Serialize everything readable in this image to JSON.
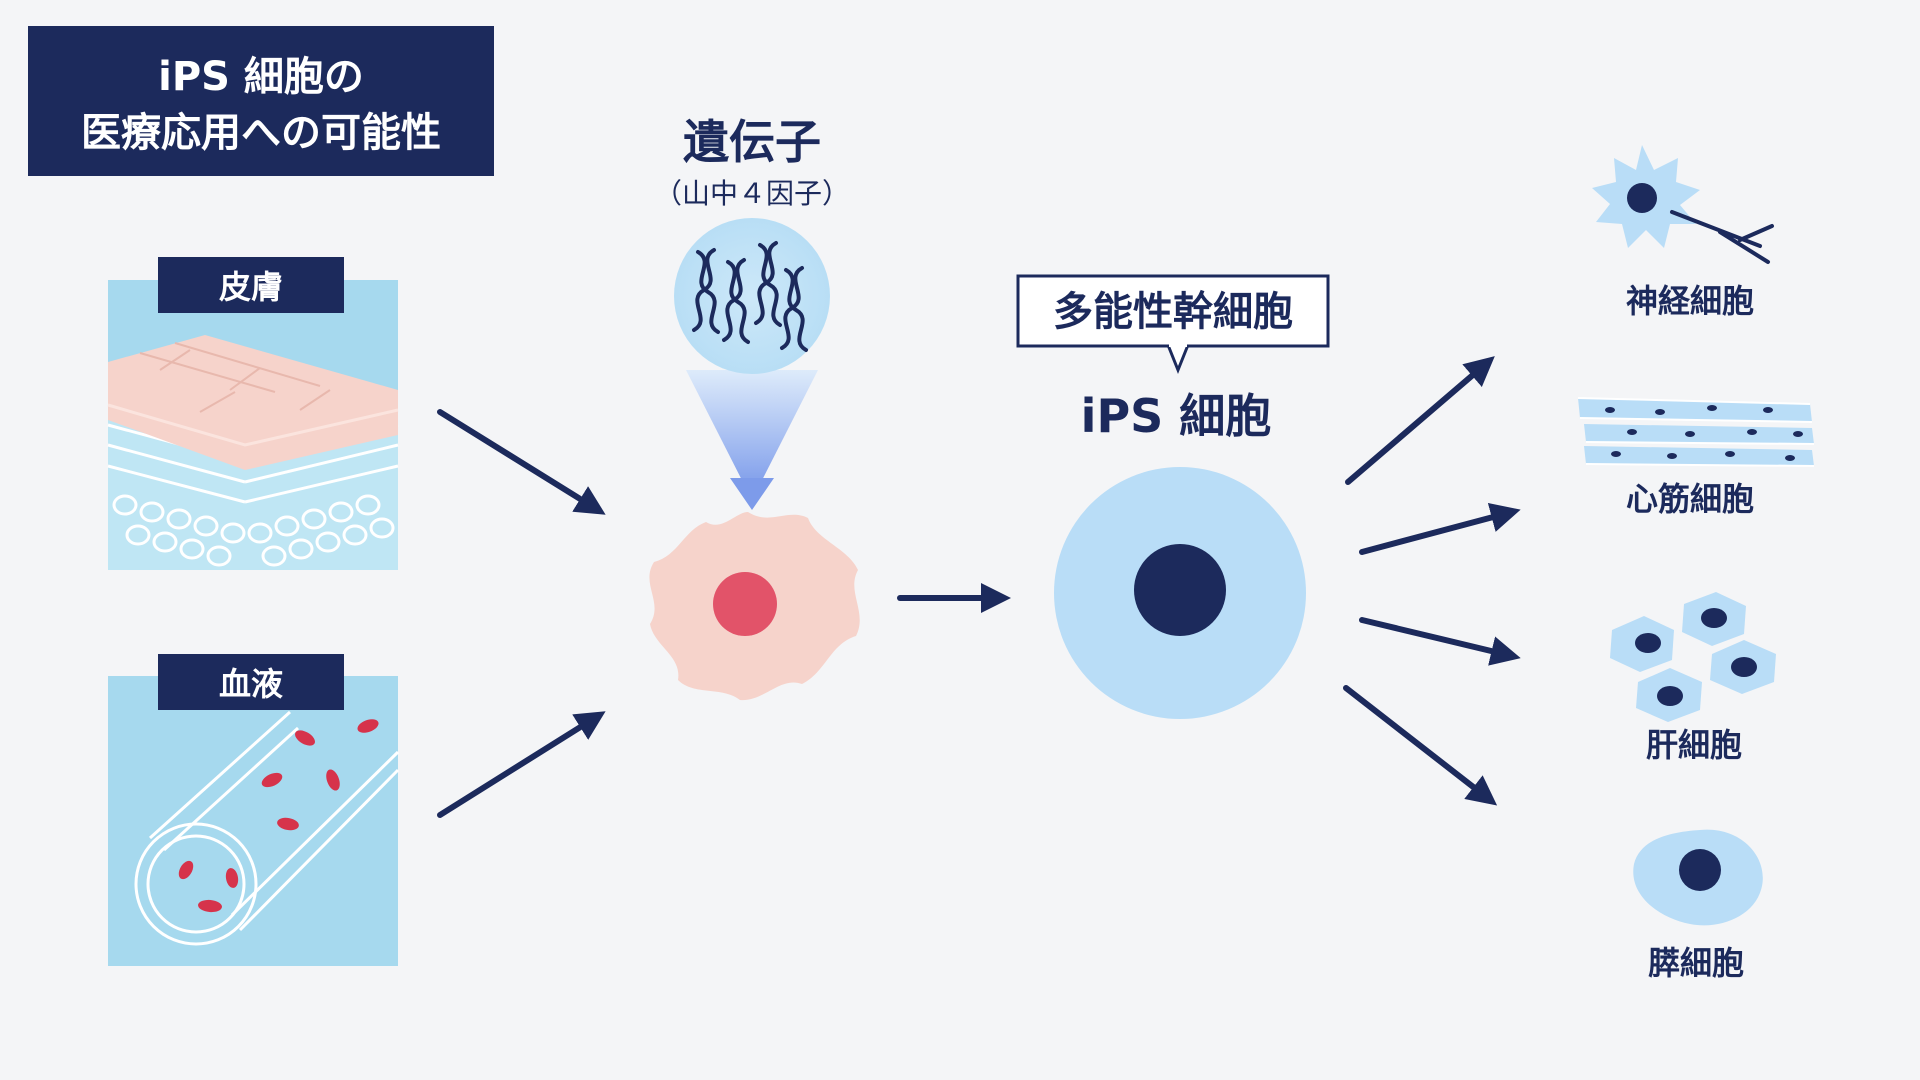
{
  "title": {
    "line1": "iPS 細胞の",
    "line2": "医療応用への可能性"
  },
  "sources": {
    "skin": "皮膚",
    "blood": "血液"
  },
  "genes": {
    "title": "遺伝子",
    "subtitle": "（山中４因子）"
  },
  "ips": {
    "callout": "多能性幹細胞",
    "label": "iPS 細胞"
  },
  "targets": {
    "neuron": "神経細胞",
    "cardiac": "心筋細胞",
    "liver": "肝細胞",
    "pancreas": "膵細胞"
  },
  "colors": {
    "navy": "#1c2a5c",
    "light_blue": "#a6d9ee",
    "cell_blue": "#b9ddf7",
    "skin_pink": "#f6d3cb",
    "nucleus_red": "#e25369",
    "blood_red": "#d6334b"
  }
}
